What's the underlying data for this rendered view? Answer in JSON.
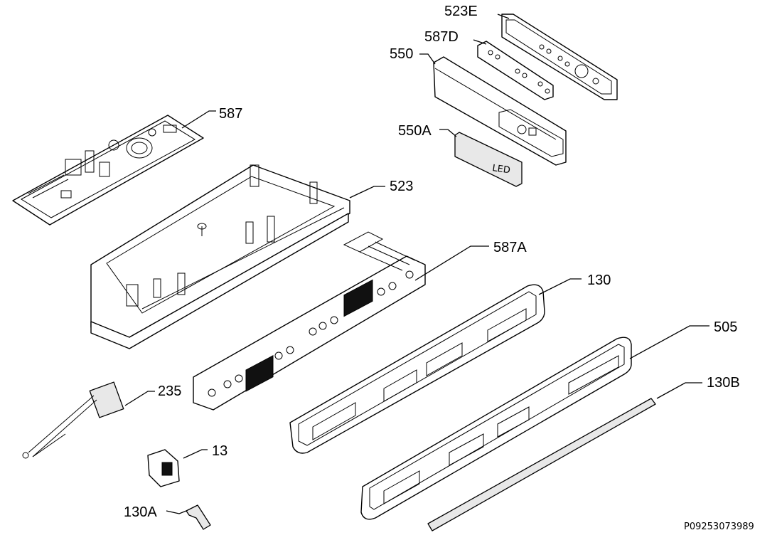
{
  "labels": {
    "p523E": "523E",
    "p587D": "587D",
    "p550": "550",
    "p550A": "550A",
    "p587": "587",
    "p523": "523",
    "p587A": "587A",
    "p130": "130",
    "p505": "505",
    "p235": "235",
    "p130B": "130B",
    "p13": "13",
    "p130A": "130A"
  },
  "cover_text": "LED",
  "reference": "P09253073989"
}
